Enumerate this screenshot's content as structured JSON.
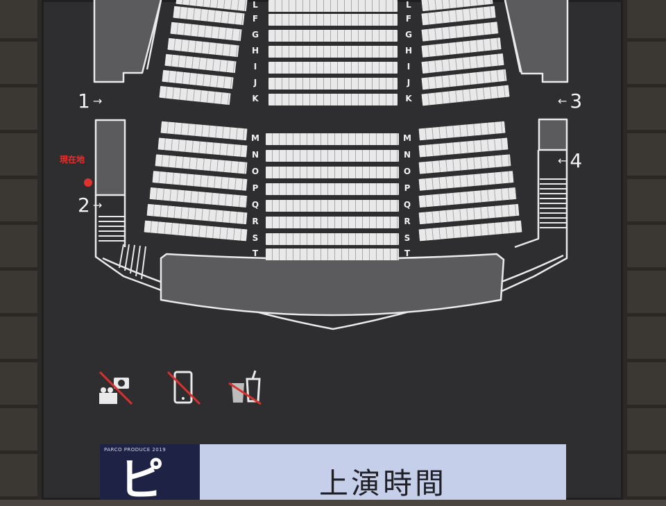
{
  "row_letters_upper": [
    "F",
    "G",
    "H",
    "I",
    "J",
    "K",
    "L"
  ],
  "row_letters_lower": [
    "M",
    "N",
    "O",
    "P",
    "Q",
    "R",
    "S",
    "T"
  ],
  "doors": {
    "d1": {
      "number": "1",
      "arrow": "→"
    },
    "d2": {
      "number": "2",
      "arrow": "→"
    },
    "d3": {
      "number": "3",
      "arrow": "←"
    },
    "d4": {
      "number": "4",
      "arrow": "←"
    }
  },
  "current_location": {
    "label": "現在地"
  },
  "panel": {
    "small_text": "PARCO PRODUCE 2019",
    "logo_glyph": "ピ",
    "title": "上演時間"
  },
  "colors": {
    "board": "#2e2e30",
    "seat": "#e8e8e8",
    "marker": "#e0322f",
    "panel_dark": "#1e2346",
    "panel_light": "#c5cfe9"
  },
  "icons": [
    "no-photo-video-icon",
    "no-phone-icon",
    "no-food-drink-icon"
  ]
}
